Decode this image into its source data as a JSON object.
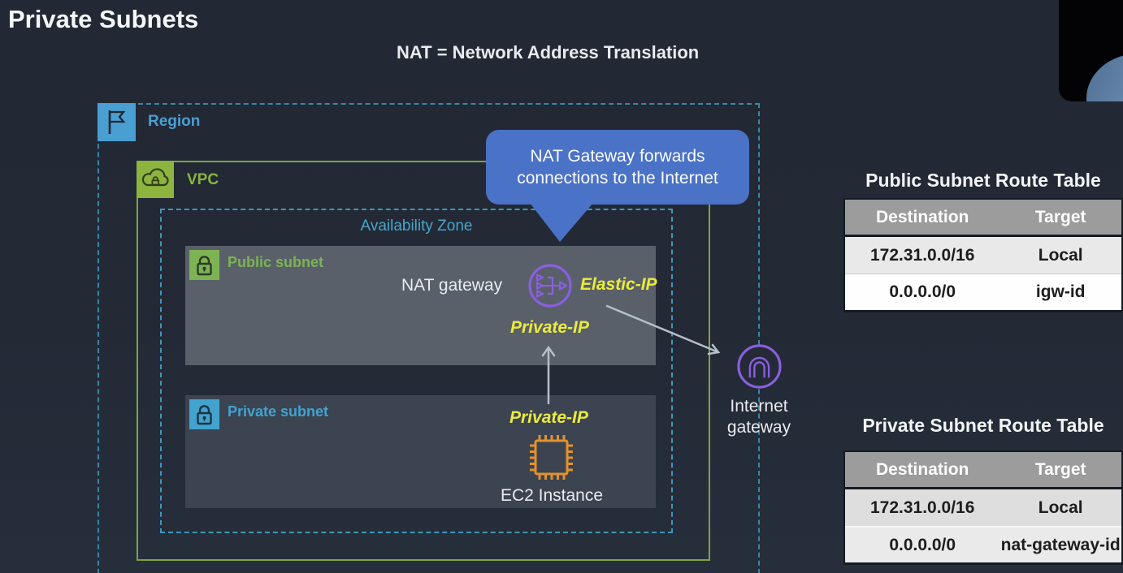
{
  "slide": {
    "title": "Private Subnets",
    "subtitle": "NAT = Network Address Translation"
  },
  "diagram": {
    "region_label": "Region",
    "vpc_label": "VPC",
    "az_label": "Availability Zone",
    "public_subnet_label": "Public subnet",
    "private_subnet_label": "Private subnet",
    "nat_gateway_label": "NAT gateway",
    "elastic_ip_label": "Elastic-IP",
    "nat_private_ip_label": "Private-IP",
    "ec2_private_ip_label": "Private-IP",
    "ec2_label": "EC2 Instance",
    "internet_gateway_label": "Internet gateway",
    "callout": "NAT Gateway forwards connections to the Internet"
  },
  "tables": {
    "public": {
      "title": "Public Subnet Route Table",
      "headers": [
        "Destination",
        "Target"
      ],
      "rows": [
        [
          "172.31.0.0/16",
          "Local"
        ],
        [
          "0.0.0.0/0",
          "igw-id"
        ]
      ]
    },
    "private": {
      "title": "Private Subnet Route Table",
      "headers": [
        "Destination",
        "Target"
      ],
      "rows": [
        [
          "172.31.0.0/16",
          "Local"
        ],
        [
          "0.0.0.0/0",
          "nat-gateway-id"
        ]
      ]
    }
  },
  "colors": {
    "background": "#232a36",
    "region_accent": "#4a9fd2",
    "vpc_accent": "#8cb43e",
    "az_accent": "#4aa4c9",
    "public_subnet_accent": "#7cb353",
    "public_subnet_fill": "#59606a",
    "private_subnet_accent": "#42a3cf",
    "private_subnet_fill": "#3b4450",
    "ip_label_yellow": "#ebeb3c",
    "gateway_purple": "#8a5fe0",
    "ec2_orange": "#e0922f",
    "callout_blue": "#4a72c6",
    "table_header_bg": "#9c9c9c",
    "arrow_gray": "#b4bfc9"
  }
}
